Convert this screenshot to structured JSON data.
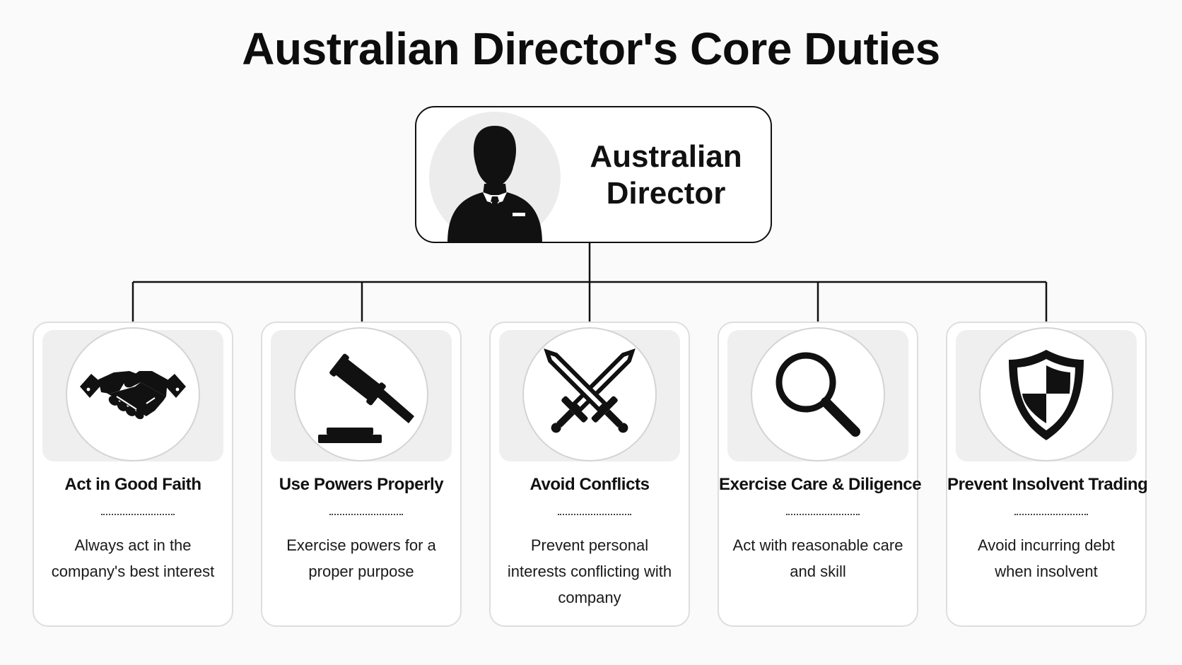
{
  "title": "Australian Director's Core Duties",
  "director": {
    "label": "Australian Director",
    "icon": "businessman-icon"
  },
  "duties": [
    {
      "title": "Act in Good Faith",
      "description": "Always act in the company's best interest",
      "icon": "handshake-icon"
    },
    {
      "title": "Use Powers Properly",
      "description": "Exercise powers for a proper purpose",
      "icon": "gavel-icon"
    },
    {
      "title": "Avoid Conflicts",
      "description": "Prevent personal interests conflicting with company",
      "icon": "crossed-swords-icon"
    },
    {
      "title": "Exercise Care & Diligence",
      "description": "Act with reasonable care and skill",
      "icon": "magnifying-glass-icon"
    },
    {
      "title": "Prevent Insolvent Trading",
      "description": "Avoid incurring debt when insolvent",
      "icon": "shield-icon"
    }
  ],
  "colors": {
    "ink": "#111111",
    "card_border": "#dedede",
    "card_back": "#efefef",
    "page": "#fafafa"
  }
}
